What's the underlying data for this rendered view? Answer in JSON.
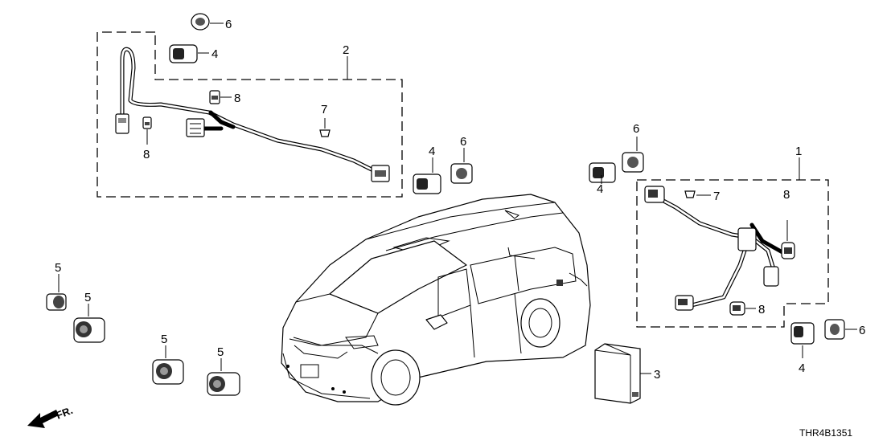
{
  "callouts": {
    "n1": "1",
    "n2": "2",
    "n3": "3",
    "n4": "4",
    "n5": "5",
    "n6": "6",
    "n7": "7",
    "n8": "8"
  },
  "direction_label": "FR.",
  "diagram_code": "THR4B1351"
}
